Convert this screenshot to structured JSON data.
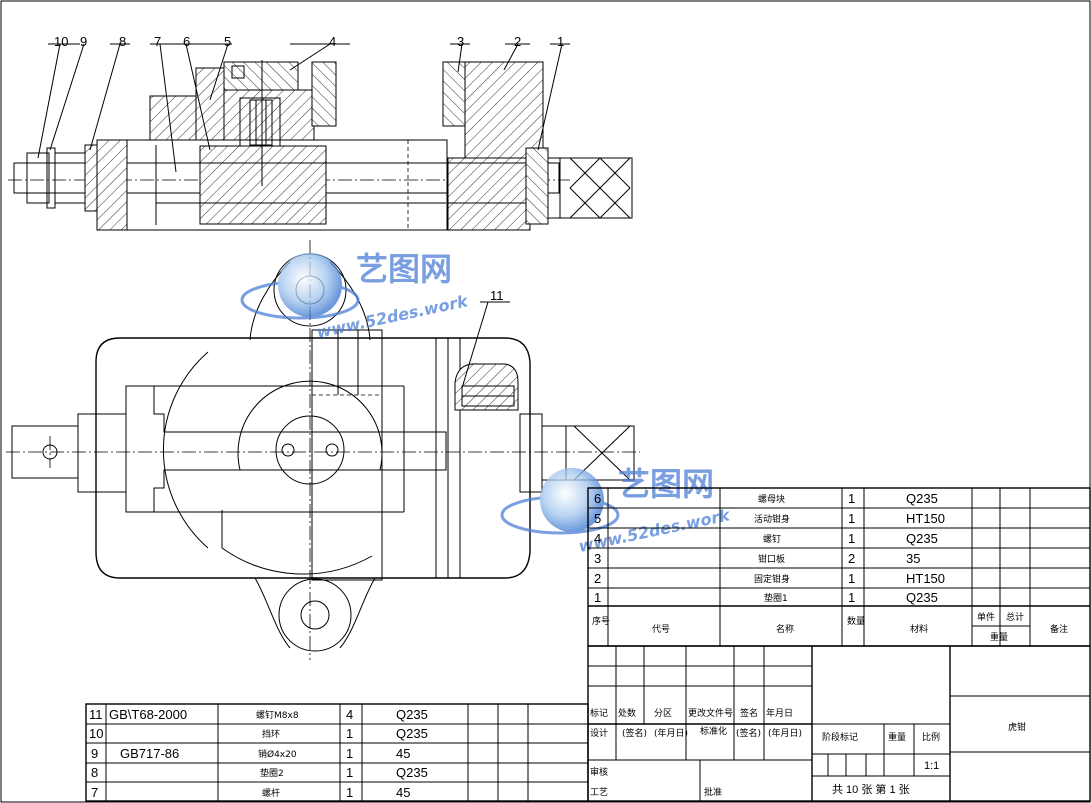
{
  "balloons": [
    "10",
    "9",
    "8",
    "7",
    "6",
    "5",
    "4",
    "3",
    "2",
    "1",
    "11"
  ],
  "watermark": {
    "brand": "艺图网",
    "url": "www.52des.work"
  },
  "parts_upper": [
    {
      "no": "6",
      "code": "",
      "name": "螺母块",
      "qty": "1",
      "material": "Q235"
    },
    {
      "no": "5",
      "code": "",
      "name": "活动钳身",
      "qty": "1",
      "material": "HT150"
    },
    {
      "no": "4",
      "code": "",
      "name": "螺钉",
      "qty": "1",
      "material": "Q235"
    },
    {
      "no": "3",
      "code": "",
      "name": "钳口板",
      "qty": "2",
      "material": "35"
    },
    {
      "no": "2",
      "code": "",
      "name": "固定钳身",
      "qty": "1",
      "material": "HT150"
    },
    {
      "no": "1",
      "code": "",
      "name": "垫圈1",
      "qty": "1",
      "material": "Q235"
    }
  ],
  "parts_lower": [
    {
      "no": "11",
      "code": "GB\\T68-2000",
      "name": "螺钉M8x8",
      "qty": "4",
      "material": "Q235"
    },
    {
      "no": "10",
      "code": "",
      "name": "挡环",
      "qty": "1",
      "material": "Q235"
    },
    {
      "no": "9",
      "code": "GB717-86",
      "name": "销Ø4x20",
      "qty": "1",
      "material": "45"
    },
    {
      "no": "8",
      "code": "",
      "name": "垫圈2",
      "qty": "1",
      "material": "Q235"
    },
    {
      "no": "7",
      "code": "",
      "name": "螺杆",
      "qty": "1",
      "material": "45"
    }
  ],
  "bom_header": {
    "seq": "序号",
    "code": "代号",
    "name": "名称",
    "qty": "数量",
    "material": "材料",
    "unit": "单件",
    "total": "总计",
    "weight": "重量",
    "remark": "备注"
  },
  "title_block": {
    "change_row": [
      "标记",
      "处数",
      "分区",
      "更改文件号",
      "签名",
      "年月日"
    ],
    "design_row": [
      "设计",
      "(签名)",
      "(年月日)",
      "标准化",
      "(签名)",
      "(年月日)"
    ],
    "review": "审核",
    "process": "工艺",
    "approve": "批准",
    "stage": "阶段标记",
    "weight": "重量",
    "scale": "比例",
    "scale_value": "1:1",
    "sheet_info": "共 10 张  第 1 张",
    "drawing_name": "虎钳"
  }
}
